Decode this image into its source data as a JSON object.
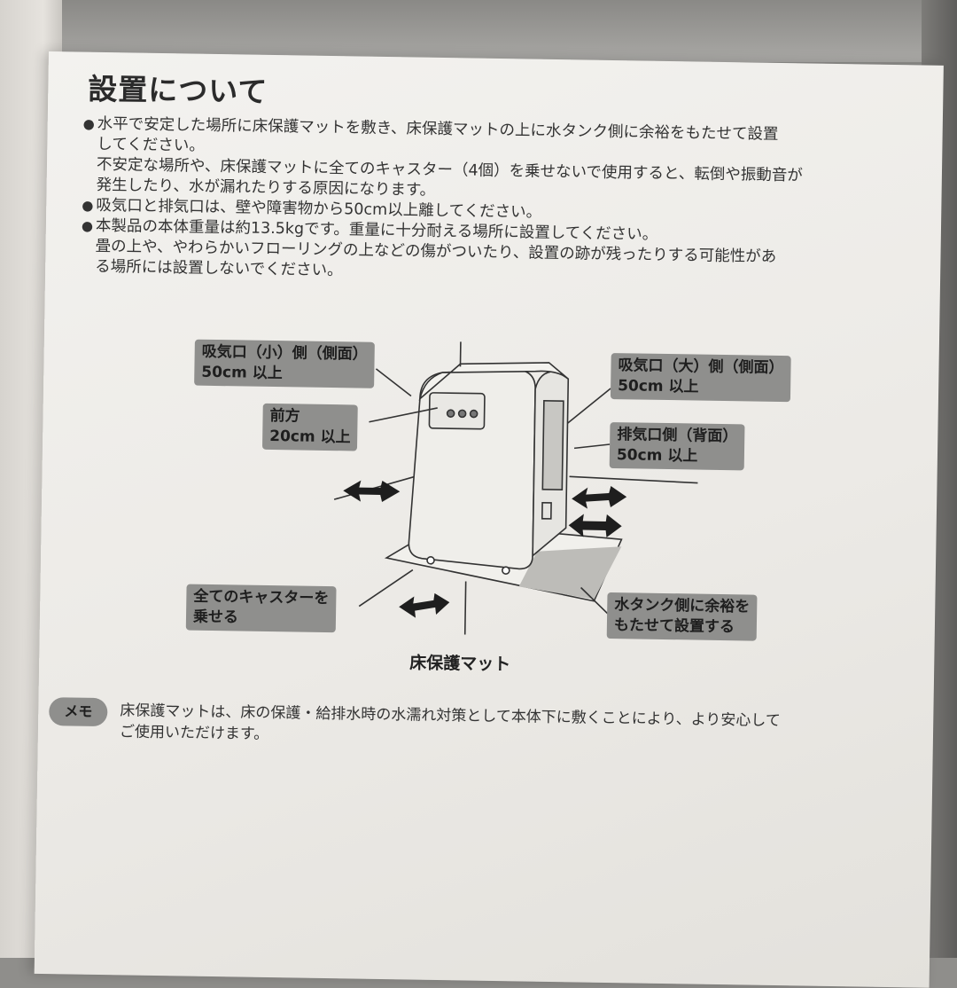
{
  "title": "設置について",
  "bullets": [
    {
      "lines": [
        "水平で安定した場所に床保護マットを敷き、床保護マットの上に水タンク側に余裕をもたせて設置",
        "してください。",
        "不安定な場所や、床保護マットに全てのキャスター（4個）を乗せないで使用すると、転倒や振動音が",
        "発生したり、水が漏れたりする原因になります。"
      ]
    },
    {
      "lines": [
        "吸気口と排気口は、壁や障害物から50cm以上離してください。"
      ]
    },
    {
      "lines": [
        "本製品の本体重量は約13.5kgです。重量に十分耐える場所に設置してください。",
        "畳の上や、やわらかいフローリングの上などの傷がついたり、設置の跡が残ったりする可能性があ",
        "る場所には設置しないでください。"
      ]
    }
  ],
  "callouts": {
    "intake_small": [
      "吸気口（小）側（側面）",
      "50cm 以上"
    ],
    "front": [
      "前方",
      "20cm 以上"
    ],
    "intake_large": [
      "吸気口（大）側（側面）",
      "50cm 以上"
    ],
    "exhaust": [
      "排気口側（背面）",
      "50cm 以上"
    ],
    "casters": [
      "全てのキャスターを",
      "乗せる"
    ],
    "water_tank": [
      "水タンク側に余裕を",
      "もたせて設置する"
    ]
  },
  "mat_label": "床保護マット",
  "memo": {
    "badge": "メモ",
    "lines": [
      "床保護マットは、床の保護・給排水時の水濡れ対策として本体下に敷くことにより、より安心して",
      "ご使用いただけます。"
    ]
  },
  "colors": {
    "callout_bg": "#8f8f8d",
    "line": "#333333",
    "tank_shade": "#bdbcb8"
  }
}
